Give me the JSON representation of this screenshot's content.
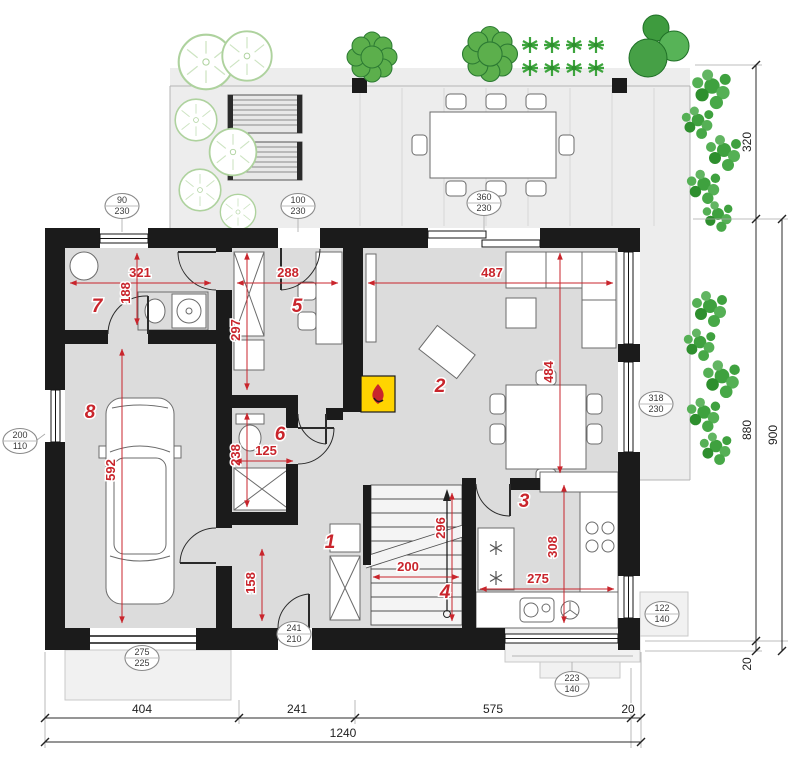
{
  "drawing": {
    "type": "house-ground-floor-plan"
  },
  "rooms": {
    "r1": "1",
    "r2": "2",
    "r3": "3",
    "r4": "4",
    "r5": "5",
    "r6": "6",
    "r7": "7",
    "r8": "8"
  },
  "dims": {
    "d321": "321",
    "d188": "188",
    "d288": "288",
    "d487": "487",
    "d297": "297",
    "d484": "484",
    "d238": "238",
    "d125": "125",
    "d592": "592",
    "d158": "158",
    "d200": "200",
    "d296": "296",
    "d308": "308",
    "d275": "275"
  },
  "ovals": [
    {
      "t": "90",
      "b": "230"
    },
    {
      "t": "100",
      "b": "230"
    },
    {
      "t": "360",
      "b": "230"
    },
    {
      "t": "318",
      "b": "230"
    },
    {
      "t": "200",
      "b": "110"
    },
    {
      "t": "241",
      "b": "210"
    },
    {
      "t": "275",
      "b": "225"
    },
    {
      "t": "122",
      "b": "140"
    },
    {
      "t": "223",
      "b": "140"
    }
  ],
  "chain_bottom": {
    "segments": [
      "404",
      "241",
      "575",
      "20"
    ],
    "total": "1240"
  },
  "chain_right": {
    "segments": [
      "320",
      "880",
      "20"
    ],
    "total": "900"
  },
  "colors": {
    "dimension_red": "#c9252c",
    "wall_black": "#1b1b1b",
    "plant_green": "#3fa13f",
    "fireplace_yellow": "#ffd400"
  }
}
